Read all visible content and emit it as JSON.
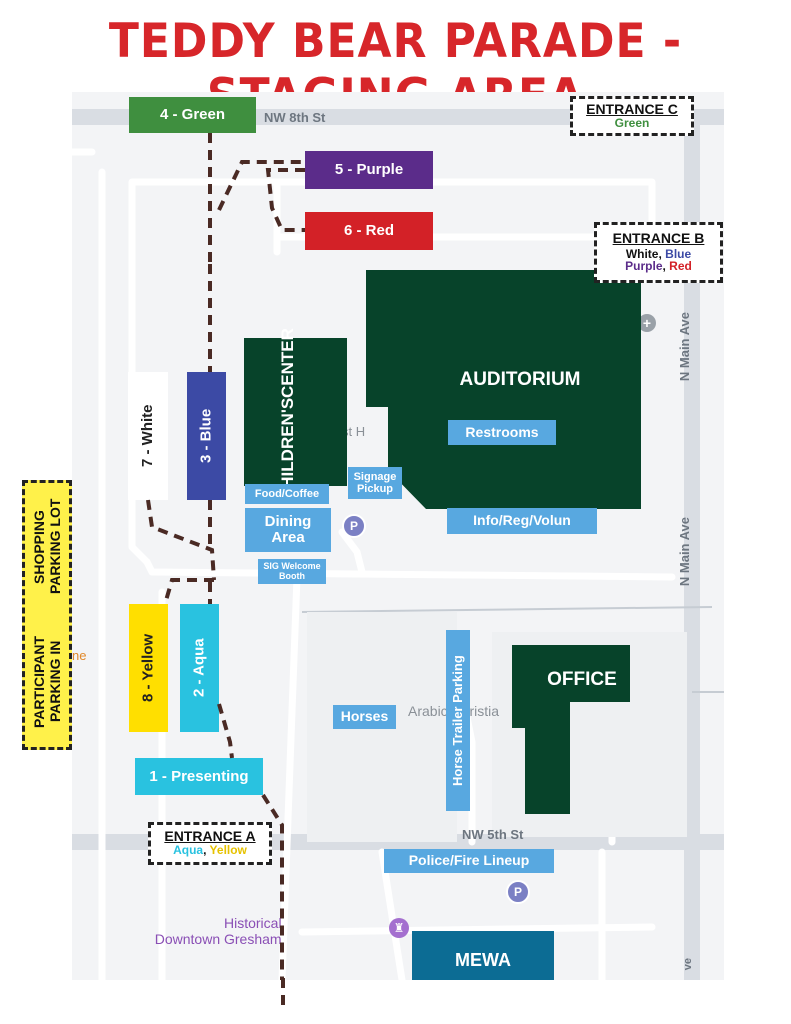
{
  "title": "TEDDY BEAR PARADE - STAGING AREA",
  "streets": {
    "nw8th": "NW 8th St",
    "nw5th": "NW 5th St",
    "nmain_upper": "N Main Ave",
    "nmain_lower": "N Main Ave"
  },
  "entrances": {
    "c": {
      "heading": "ENTRANCE C",
      "line1": "Green"
    },
    "b": {
      "heading": "ENTRANCE B",
      "w": "White",
      "sep1": ", ",
      "b": "Blue",
      "p": "Purple",
      "sep2": ", ",
      "r": "Red"
    },
    "a": {
      "heading": "ENTRANCE A",
      "aqua": "Aqua",
      "sep": ", ",
      "yellow": "Yellow"
    }
  },
  "staging": {
    "green": "4 - Green",
    "purple": "5 - Purple",
    "red": "6 - Red",
    "white": "7 - White",
    "blue": "3 - Blue",
    "yellow": "8 - Yellow",
    "aqua": "2 - Aqua",
    "presenting": "1 - Presenting"
  },
  "buildings": {
    "auditorium": "AUDITORIUM",
    "childrens_center_1": "CHILDREN'S",
    "childrens_center_2": "CENTER",
    "office": "OFFICE",
    "mewa": "MEWA"
  },
  "labels": {
    "restrooms": "Restrooms",
    "food_coffee": "Food/Coffee",
    "signage_1": "Signage",
    "signage_2": "Pickup",
    "dining_1": "Dining",
    "dining_2": "Area",
    "sig_welcome_1": "SIG Welcome",
    "sig_welcome_2": "Booth",
    "info_reg": "Info/Reg/Volun",
    "horses": "Horses",
    "horse_trailer": "Horse Trailer Parking",
    "police_fire": "Police/Fire Lineup"
  },
  "parking_lot": {
    "line1": "PARTICIPANT PARKING IN",
    "line2": "SHOPPING PARKING LOT"
  },
  "map_text": {
    "historical_1": "Historical",
    "historical_2": "Downtown Gresham",
    "arabic": "Arabic Christia",
    "st_fragment": "st H",
    "ne_fragment": "ne",
    "parking_p1": "P",
    "parking_p2": "P"
  },
  "colors": {
    "green": "#3f8f3f",
    "purple": "#5b2c8a",
    "red": "#d32127",
    "blue": "#3c4aa5",
    "yellow": "#ffdf00",
    "aqua": "#29c2e0",
    "building": "#07432a",
    "label_blue": "#58a8e0",
    "mewa": "#0c6c94"
  }
}
